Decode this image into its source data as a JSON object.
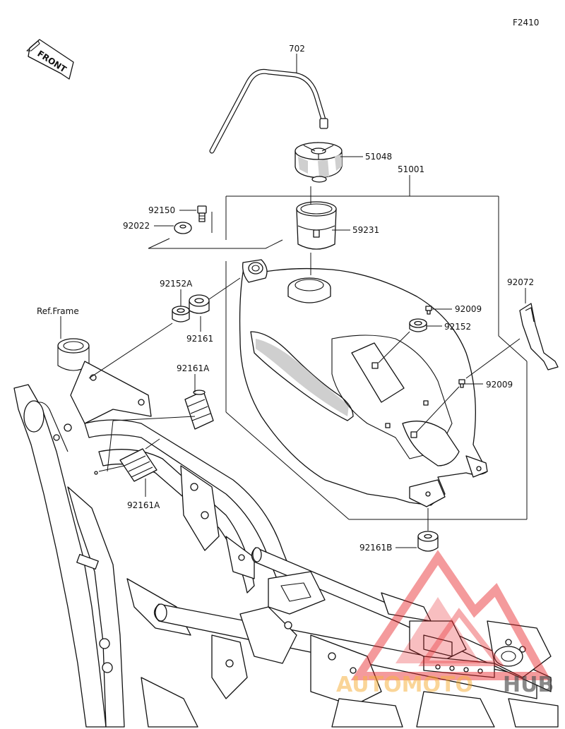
{
  "diagram": {
    "figure_code": "F2410",
    "front_label": "FRONT",
    "ref_frame": "Ref.Frame",
    "parts": {
      "p702": "702",
      "p51048": "51048",
      "p51001": "51001",
      "p92150": "92150",
      "p92022": "92022",
      "p59231": "59231",
      "p92152A": "92152A",
      "p92161": "92161",
      "p92072": "92072",
      "p92009a": "92009",
      "p92152": "92152",
      "p92009b": "92009",
      "p92161A_top": "92161A",
      "p92161A_bottom": "92161A",
      "p92161B": "92161B"
    },
    "watermark": {
      "brand_part1": "AUTOMOTO",
      "brand_part2": "HUB",
      "color_red": "#e8262a",
      "color_yellow": "#f5a623",
      "color_dark": "#3b3b3b"
    }
  }
}
